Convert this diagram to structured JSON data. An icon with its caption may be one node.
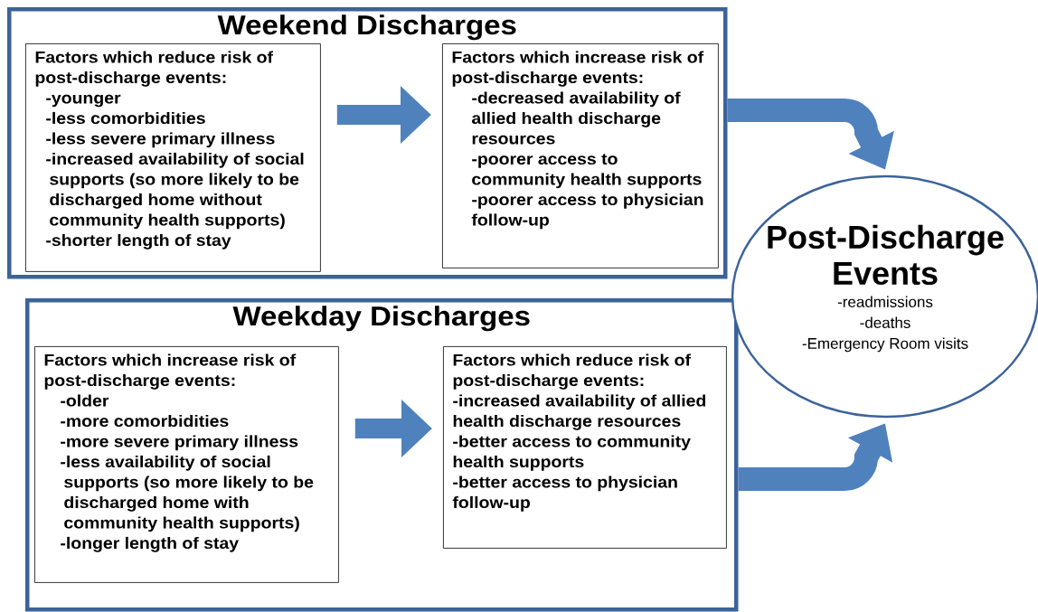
{
  "diagram": {
    "nodes": [
      {
        "text": [
          "Weekend Discharges"
        ]
      },
      {
        "text": [
          "Factors which reduce risk of post-discharge events:",
          "-younger",
          "-less comorbidities",
          "-less severe primary illness",
          "-increased availability of social supports (so more likely to be discharged home without community health supports)",
          "-shorter length of stay"
        ],
        "in": 0
      },
      {
        "text": [
          "Factors which increase risk of post-discharge events:",
          "-decreased availability of allied health discharge resources",
          "-poorer access to community health supports",
          "-poorer access to physician follow-up"
        ],
        "in": 0
      },
      {
        "text": [
          "Weekday Discharges"
        ]
      },
      {
        "text": [
          "Factors which increase risk of post-discharge events:",
          "-older",
          "-more comorbidities",
          "-more severe primary illness",
          "-less availability of social supports (so more likely to be discharged home with community health supports)",
          "-longer length of stay"
        ],
        "in": 3
      },
      {
        "text": [
          "Factors which reduce risk of post-discharge events:",
          "-increased availability of allied health discharge resources",
          "-better access to community health supports",
          "-better access to physician follow-up"
        ],
        "in": 3
      },
      {
        "text": [
          "Post-Discharge Events",
          "-readmissions",
          "-deaths",
          "-Emergency Room visits"
        ]
      }
    ],
    "edges": [
      {
        "from": 1,
        "to": 2,
        "arrow": "to"
      },
      {
        "from": 4,
        "to": 5,
        "arrow": "to"
      },
      {
        "from": 0,
        "to": 6,
        "arrow": "to"
      },
      {
        "from": 3,
        "to": 6,
        "arrow": "to"
      }
    ]
  }
}
